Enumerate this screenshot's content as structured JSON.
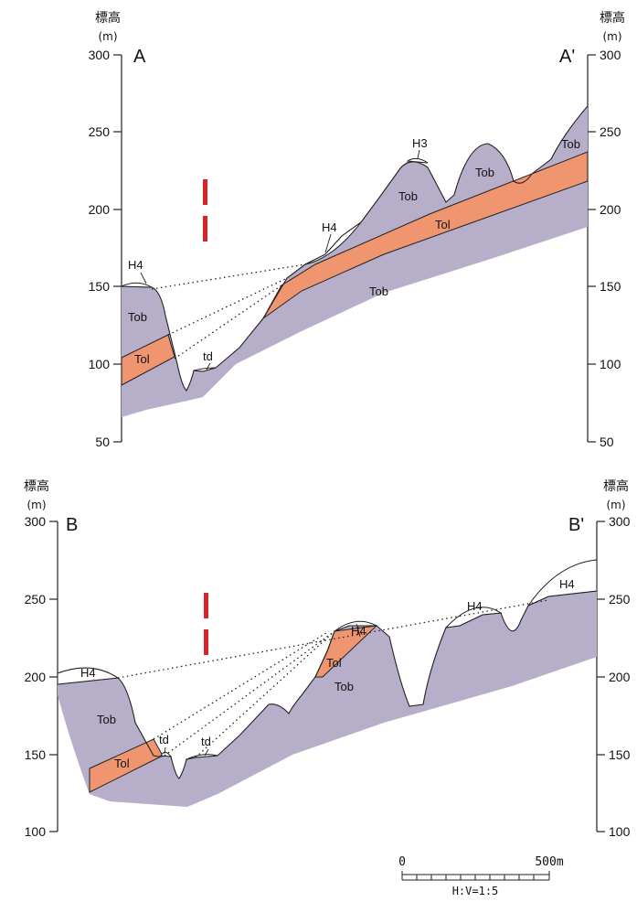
{
  "colors": {
    "tob_fill": "#b7aec9",
    "tol_fill": "#ef9670",
    "fault_mark": "#d8232a",
    "line": "#222222"
  },
  "section_a": {
    "left_label": "A",
    "right_label": "A'",
    "axis_title": "標高",
    "axis_unit": "(m)",
    "ticks": [
      "300",
      "250",
      "200",
      "150",
      "100",
      "50"
    ],
    "units": {
      "tob_upper": "Tob",
      "tob_lower": "Tob",
      "tob_left": "Tob",
      "tob_peak": "Tob",
      "tob_right": "Tob",
      "tol_left": "Tol",
      "tol_main": "Tol",
      "h4_left": "H4",
      "h4_mid": "H4",
      "h3": "H3",
      "td": "td"
    }
  },
  "section_b": {
    "left_label": "B",
    "right_label": "B'",
    "axis_title": "標高",
    "axis_unit": "(m)",
    "ticks": [
      "300",
      "250",
      "200",
      "150",
      "100"
    ],
    "units": {
      "tob_left": "Tob",
      "tob_main": "Tob",
      "tol_left": "Tol",
      "tol_mid": "Tol",
      "h4_left": "H4",
      "h4_mid": "H4",
      "h4_right1": "H4",
      "h4_right2": "H4",
      "td1": "td",
      "td2": "td"
    }
  },
  "scale_bar": {
    "start_label": "0",
    "end_label": "500m",
    "ratio_label": "H:V=1:5"
  }
}
